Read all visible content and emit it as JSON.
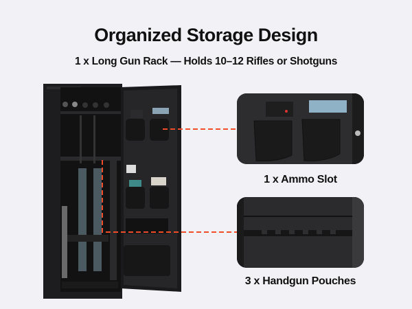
{
  "header": {
    "title": "Organized Storage Design",
    "subtitle": "1 x Long Gun Rack — Holds 10–12 Rifles or Shotguns"
  },
  "callouts": [
    {
      "label": "1 x Ammo Slot"
    },
    {
      "label": "3 x Handgun Pouches"
    }
  ],
  "colors": {
    "accent": "#f04e2a",
    "background": "#f2f1f6"
  }
}
